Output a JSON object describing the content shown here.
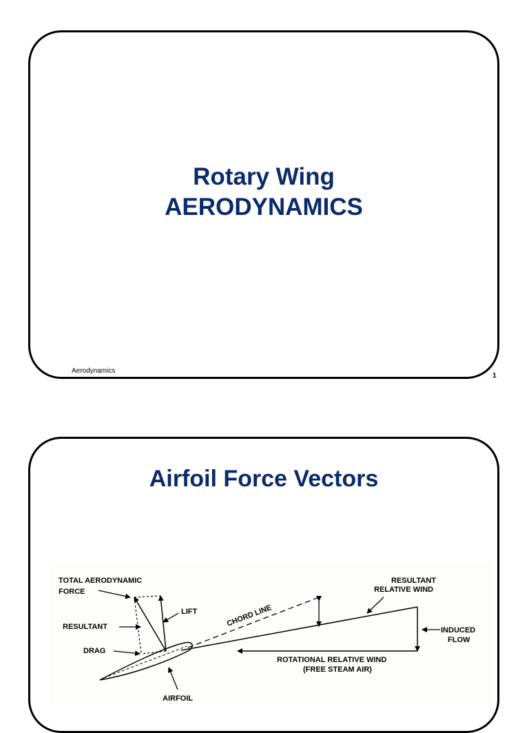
{
  "slide1": {
    "title_line1": "Rotary Wing",
    "title_line2": "AERODYNAMICS",
    "footer": "Aerodynamics",
    "page_number": "1"
  },
  "slide2": {
    "title": "Airfoil Force Vectors",
    "diagram": {
      "labels": {
        "total_aero_line1": "TOTAL AERODYNAMIC",
        "total_aero_line2": "FORCE",
        "lift": "LIFT",
        "resultant": "RESULTANT",
        "drag": "DRAG",
        "airfoil": "AIRFOIL",
        "chord_line": "CHORD LINE",
        "resultant_rel_wind_line1": "RESULTANT",
        "resultant_rel_wind_line2": "RELATIVE WIND",
        "induced_flow_line1": "INDUCED",
        "induced_flow_line2": "FLOW",
        "rotational_line1": "ROTATIONAL RELATIVE WIND",
        "rotational_line2": "(FREE STEAM AIR)"
      }
    }
  },
  "colors": {
    "title": "#0b2a6b",
    "border": "#000000"
  }
}
